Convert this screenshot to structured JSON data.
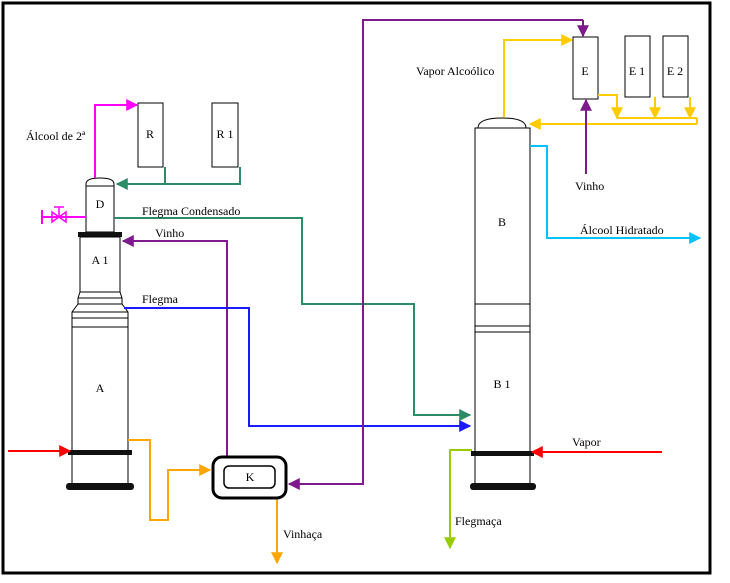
{
  "labels": {
    "alcool_2a": "Álcool de 2ª",
    "flegma_condensado": "Flegma Condensado",
    "vinho_left": "Vinho",
    "flegma": "Flegma",
    "vinhaca": "Vinhaça",
    "flegmaca": "Flegmaça",
    "vapor": "Vapor",
    "vapor_alcoolico": "Vapor Alcoólico",
    "vinho_right": "Vinho",
    "alcool_hidratado": "Álcool Hidratado"
  },
  "equipment": {
    "R": "R",
    "R1": "R 1",
    "D": "D",
    "A1": "A 1",
    "A": "A",
    "K": "K",
    "B": "B",
    "B1": "B 1",
    "E": "E",
    "E1": "E 1",
    "E2": "E 2"
  },
  "colors": {
    "frame": "#000000",
    "vinho": "#7f1a8c",
    "flegma_condensado": "#2e8b68",
    "flegma": "#1a1aff",
    "vapor_in": "#ff0000",
    "vinhaca": "#ffa500",
    "alcool_2a": "#ff00ff",
    "vapor_alcoolico": "#ffcc00",
    "alcool_hidratado": "#00c0ff",
    "flegmaca": "#99cc00"
  }
}
